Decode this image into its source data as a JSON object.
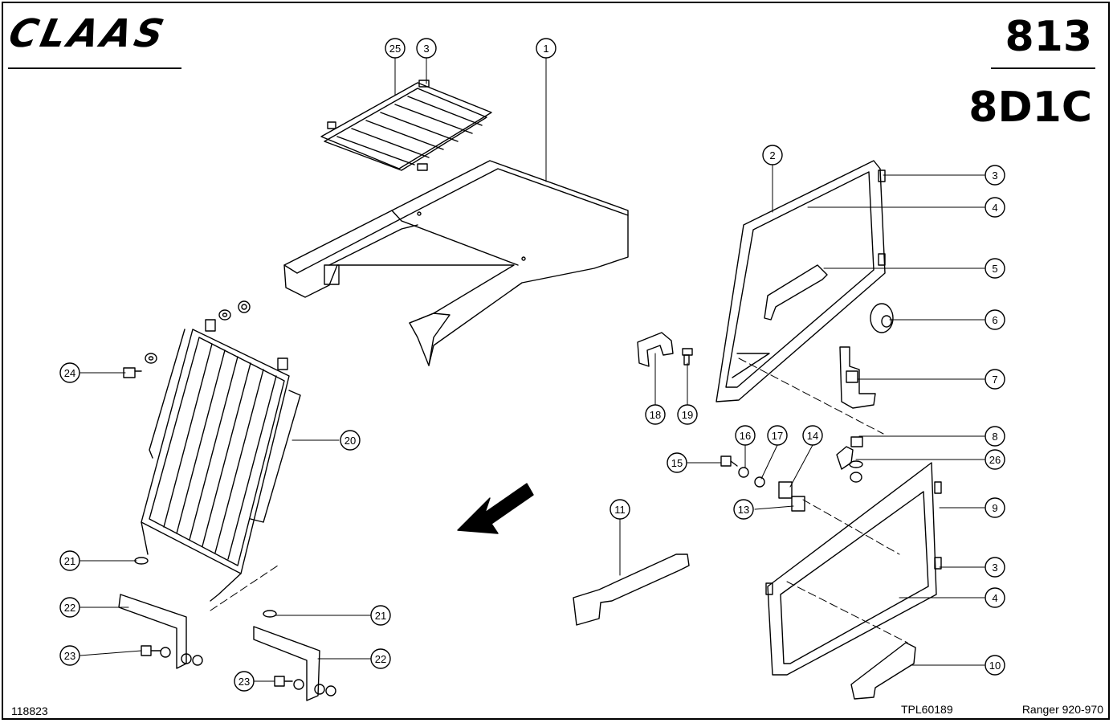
{
  "header": {
    "brand": "CLAAS",
    "page_number": "813",
    "group_code": "8D1C"
  },
  "footer": {
    "drawing_number": "118823",
    "plate_code": "TPL60189",
    "model": "Ranger 920-970"
  },
  "callouts": [
    {
      "id": "c25",
      "label": "25"
    },
    {
      "id": "c3a",
      "label": "3"
    },
    {
      "id": "c1",
      "label": "1"
    },
    {
      "id": "c2",
      "label": "2"
    },
    {
      "id": "c3b",
      "label": "3"
    },
    {
      "id": "c4a",
      "label": "4"
    },
    {
      "id": "c5",
      "label": "5"
    },
    {
      "id": "c6",
      "label": "6"
    },
    {
      "id": "c7",
      "label": "7"
    },
    {
      "id": "c8",
      "label": "8"
    },
    {
      "id": "c26",
      "label": "26"
    },
    {
      "id": "c9",
      "label": "9"
    },
    {
      "id": "c3c",
      "label": "3"
    },
    {
      "id": "c4b",
      "label": "4"
    },
    {
      "id": "c10",
      "label": "10"
    },
    {
      "id": "c18",
      "label": "18"
    },
    {
      "id": "c19",
      "label": "19"
    },
    {
      "id": "c16",
      "label": "16"
    },
    {
      "id": "c17",
      "label": "17"
    },
    {
      "id": "c14",
      "label": "14"
    },
    {
      "id": "c15",
      "label": "15"
    },
    {
      "id": "c13",
      "label": "13"
    },
    {
      "id": "c11",
      "label": "11"
    },
    {
      "id": "c24",
      "label": "24"
    },
    {
      "id": "c20",
      "label": "20"
    },
    {
      "id": "c21a",
      "label": "21"
    },
    {
      "id": "c22a",
      "label": "22"
    },
    {
      "id": "c23a",
      "label": "23"
    },
    {
      "id": "c21b",
      "label": "21"
    },
    {
      "id": "c22b",
      "label": "22"
    },
    {
      "id": "c23b",
      "label": "23"
    }
  ]
}
